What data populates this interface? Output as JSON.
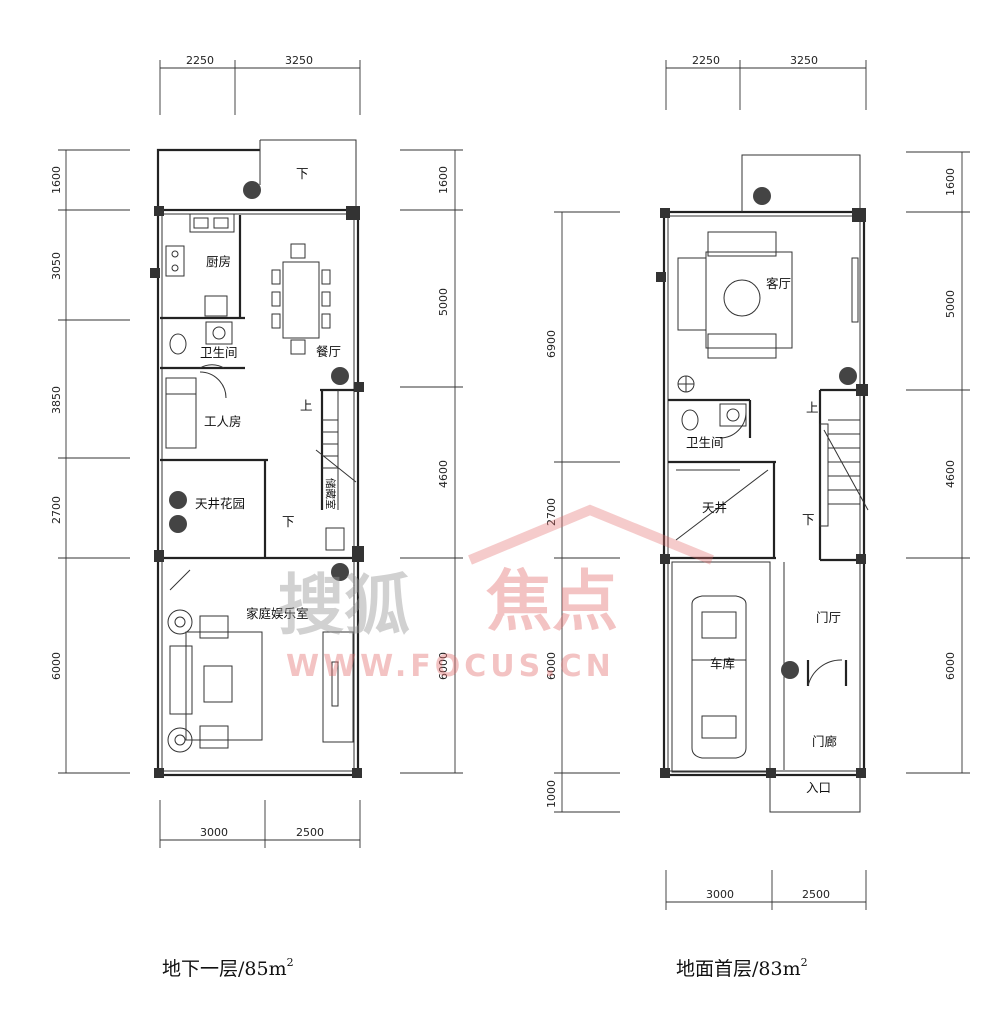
{
  "plans": [
    {
      "caption": "地下一层/85m",
      "caption_sup": "2",
      "dims_top": [
        "2250",
        "3250"
      ],
      "dims_bottom": [
        "3000",
        "2500"
      ],
      "dims_left": [
        "1600",
        "3050",
        "3850",
        "2700",
        "6000"
      ],
      "dims_right": [
        "1600",
        "5000",
        "4600",
        "6000"
      ],
      "rooms": {
        "kitchen": "厨房",
        "dining": "餐厅",
        "bath": "卫生间",
        "maid": "工人房",
        "patio": "天井花园",
        "storage": "储藏室",
        "family": "家庭娱乐室",
        "down_top": "下",
        "up": "上",
        "down_mid": "下"
      }
    },
    {
      "caption": "地面首层/83m",
      "caption_sup": "2",
      "dims_top": [
        "2250",
        "3250"
      ],
      "dims_bottom": [
        "3000",
        "2500"
      ],
      "dims_left": [
        "6900",
        "2700",
        "6000",
        "1000"
      ],
      "dims_right": [
        "1600",
        "5000",
        "4600",
        "6000"
      ],
      "rooms": {
        "living": "客厅",
        "bath": "卫生间",
        "courtyard": "天井",
        "garage": "车库",
        "foyer": "门厅",
        "porch": "门廊",
        "entry": "入口",
        "up": "上",
        "down": "下"
      }
    }
  ],
  "watermark": {
    "brand_gray": "搜狐",
    "brand_red": "焦点",
    "url": "WWW.FOCUS.CN"
  }
}
